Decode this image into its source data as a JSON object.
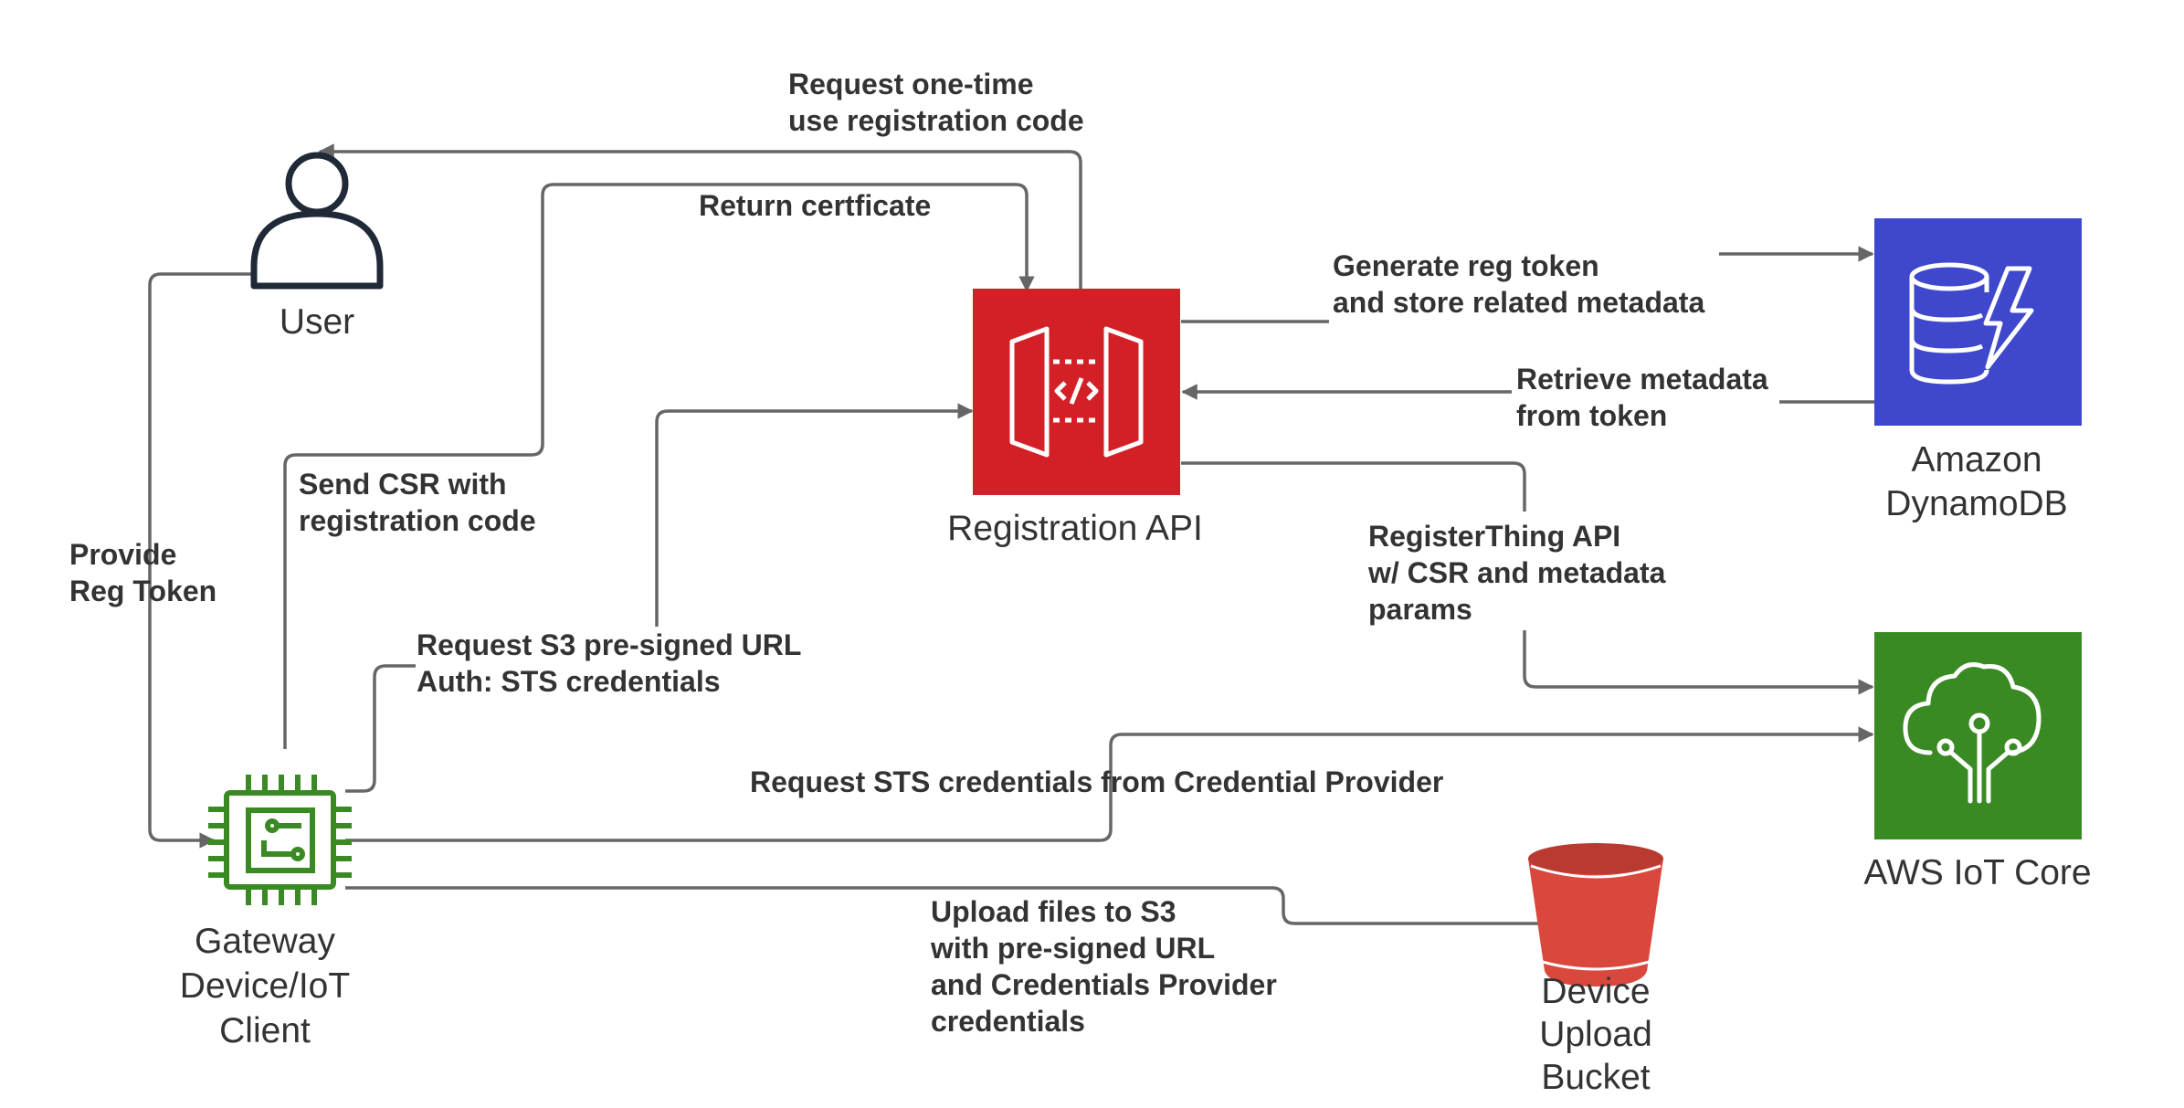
{
  "nodes": {
    "user": {
      "label": "User"
    },
    "registration_api": {
      "label": "Registration API",
      "color": "#D32027"
    },
    "dynamodb": {
      "line1": "Amazon",
      "line2": "DynamoDB",
      "color": "#3F48CC"
    },
    "iot_core": {
      "label": "AWS IoT Core",
      "color": "#3A8A24"
    },
    "gateway": {
      "line1": "Gateway",
      "line2": "Device/IoT",
      "line3": "Client",
      "color": "#3A8A24"
    },
    "bucket": {
      "line1": "Device",
      "line2": "Upload",
      "line3": "Bucket",
      "color": "#D9473D"
    }
  },
  "edges": {
    "request_code": {
      "line1": "Request one-time",
      "line2": "use registration code"
    },
    "return_cert": {
      "line1": "Return certficate"
    },
    "generate_token": {
      "line1": "Generate reg token",
      "line2": "and store related metadata"
    },
    "retrieve_metadata": {
      "line1": "Retrieve metadata",
      "line2": "from token"
    },
    "send_csr": {
      "line1": "Send CSR with",
      "line2": "registration code"
    },
    "provide_token": {
      "line1": "Provide",
      "line2": "Reg Token"
    },
    "register_thing": {
      "line1": "RegisterThing API",
      "line2": "w/ CSR and metadata",
      "line3": "params"
    },
    "request_s3_url": {
      "line1": "Request S3 pre-signed URL",
      "line2": "Auth: STS credentials"
    },
    "request_sts": {
      "line1": "Request STS credentials from Credential Provider"
    },
    "upload_files": {
      "line1": "Upload files to S3",
      "line2": "with pre-signed URL",
      "line3": "and Credentials Provider",
      "line4": "credentials"
    }
  },
  "colors": {
    "edge": "#666666",
    "text": "#333333",
    "user_icon": "#1F2937"
  }
}
